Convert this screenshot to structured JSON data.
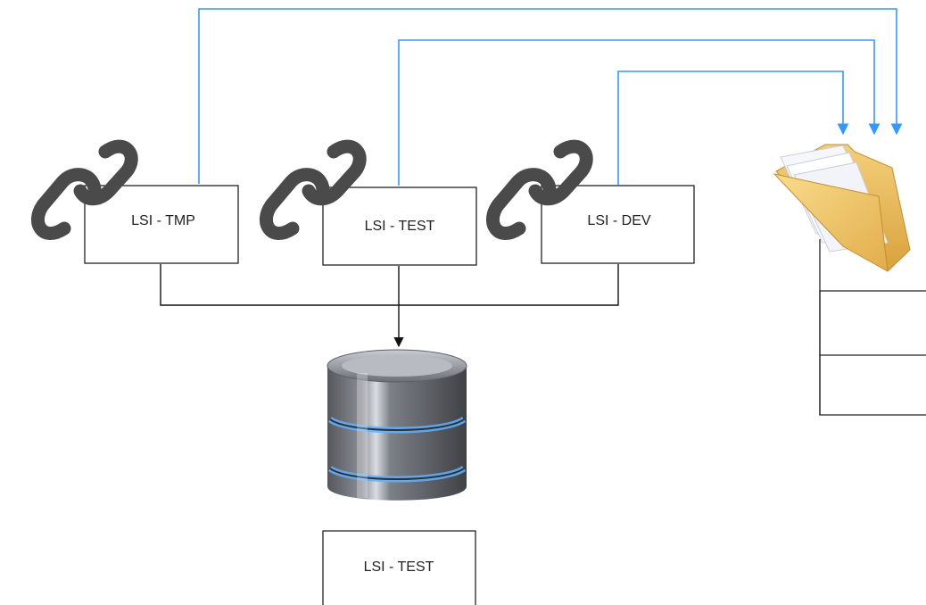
{
  "nodes": {
    "link_tmp": {
      "label": "LSI - TMP",
      "icon": "chain-link-icon"
    },
    "link_test": {
      "label": "LSI - TEST",
      "icon": "chain-link-icon"
    },
    "link_dev": {
      "label": "LSI - DEV",
      "icon": "chain-link-icon"
    },
    "database": {
      "label": "LSI - TEST",
      "icon": "database-icon"
    },
    "folder": {
      "icon": "folder-icon"
    }
  },
  "colors": {
    "connector_blue": "#3399ff",
    "connector_black": "#111111",
    "box_border": "#222222",
    "link_icon": "#4a4a4a",
    "folder_yellow": "#f0c060",
    "db_blue_glow": "#5fb2ff"
  }
}
